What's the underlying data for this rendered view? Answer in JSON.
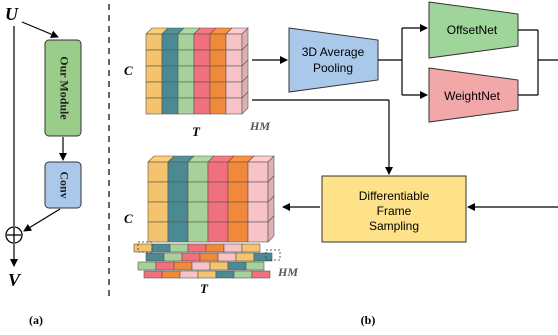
{
  "panel_a": {
    "label": "(a)",
    "input_symbol": "U",
    "output_symbol": "V",
    "module_label": "Our Module",
    "conv_label": "Conv",
    "sum_symbol": "⊕"
  },
  "panel_b": {
    "label": "(b)",
    "input_tensor": {
      "channel_label": "C",
      "time_label": "T",
      "hm_label": "HM"
    },
    "output_tensor": {
      "channel_label": "C",
      "time_label": "T",
      "hm_label": "HM"
    },
    "pooling_label_line1": "3D Average",
    "pooling_label_line2": "Pooling",
    "offsetnet_label": "OffsetNet",
    "weightnet_label": "WeightNet",
    "sampling_label_line1": "Differentiable",
    "sampling_label_line2": "Frame",
    "sampling_label_line3": "Sampling"
  },
  "colors": {
    "module_green": "#9acd8a",
    "conv_blue": "#a9c8ea",
    "pool_blue": "#a9c8ea",
    "offset_green": "#9fd49a",
    "weight_pink": "#f2a8a8",
    "sampling_yellow": "#fde28a",
    "frame_colors": [
      "#f3c36d",
      "#4b8a93",
      "#a7d19a",
      "#f1707e",
      "#f08a3a",
      "#f7c3c6"
    ]
  }
}
